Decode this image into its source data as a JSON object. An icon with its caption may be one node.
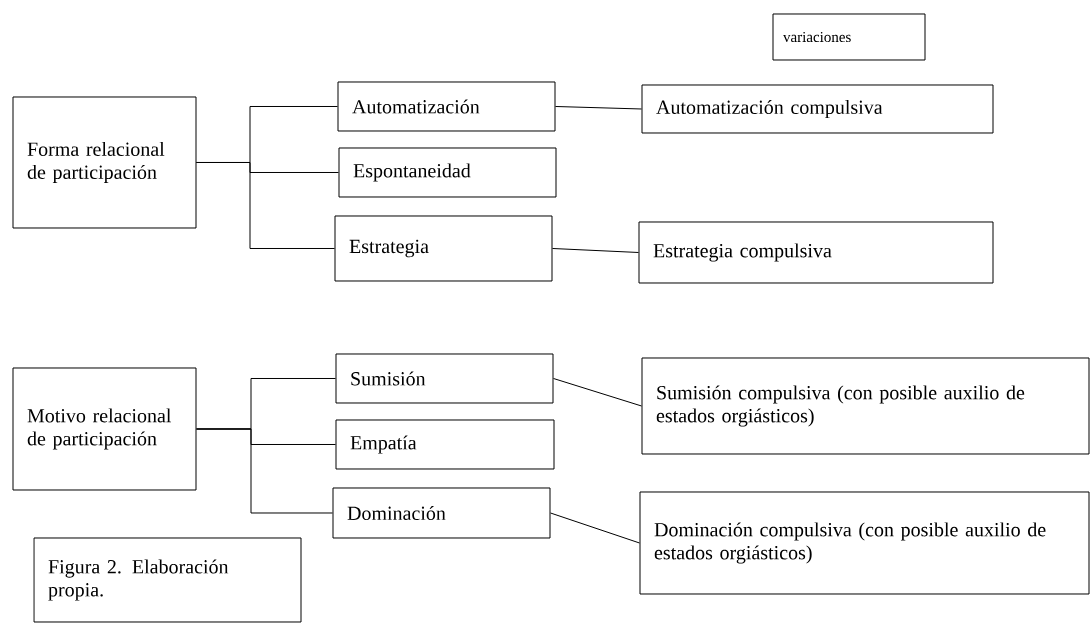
{
  "diagram": {
    "nodes": [
      {
        "text": [
          "variaciones"
        ]
      },
      {
        "text": [
          "Forma relacional de participación"
        ]
      },
      {
        "text": [
          "Automatización"
        ]
      },
      {
        "text": [
          "Automatización compulsiva"
        ]
      },
      {
        "text": [
          "Espontaneidad"
        ]
      },
      {
        "text": [
          "Estrategia"
        ]
      },
      {
        "text": [
          "Estrategia compulsiva"
        ]
      },
      {
        "text": [
          "Motivo relacional de participación"
        ]
      },
      {
        "text": [
          "Sumisión"
        ]
      },
      {
        "text": [
          "Sumisión compulsiva (con posible auxilio de estados orgiásticos)"
        ]
      },
      {
        "text": [
          "Empatía"
        ]
      },
      {
        "text": [
          "Dominación"
        ]
      },
      {
        "text": [
          "Dominación compulsiva (con posible auxilio de estados orgiásticos)"
        ]
      },
      {
        "text": [
          "Figura 2. Elaboración propia."
        ]
      }
    ],
    "edges": [
      {
        "from": 1,
        "to": 2,
        "arrow": "none"
      },
      {
        "from": 1,
        "to": 4,
        "arrow": "none"
      },
      {
        "from": 1,
        "to": 5,
        "arrow": "none"
      },
      {
        "from": 2,
        "to": 3,
        "arrow": "none"
      },
      {
        "from": 5,
        "to": 6,
        "arrow": "none"
      },
      {
        "from": 7,
        "to": 8,
        "arrow": "none"
      },
      {
        "from": 7,
        "to": 10,
        "arrow": "none"
      },
      {
        "from": 7,
        "to": 11,
        "arrow": "none"
      },
      {
        "from": 8,
        "to": 9,
        "arrow": "none"
      },
      {
        "from": 11,
        "to": 12,
        "arrow": "none"
      }
    ]
  }
}
